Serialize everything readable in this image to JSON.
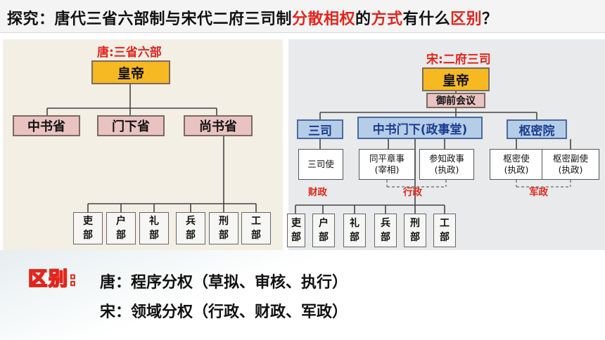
{
  "title": {
    "part1": "探究：唐代三省六部制与宋代二府三司制",
    "red1": "分散相权",
    "part2": "的",
    "red2": "方式",
    "part3": "有什么",
    "red3": "区别",
    "part4": "？"
  },
  "tang": {
    "title": "唐:三省六部",
    "emperor": "皇帝",
    "sheng": [
      "中书省",
      "门下省",
      "尚书省"
    ],
    "bu": [
      [
        "吏",
        "部"
      ],
      [
        "户",
        "部"
      ],
      [
        "礼",
        "部"
      ],
      [
        "兵",
        "部"
      ],
      [
        "刑",
        "部"
      ],
      [
        "工",
        "部"
      ]
    ]
  },
  "song": {
    "title": "宋:二府三司",
    "emperor": "皇帝",
    "council": "御前会议",
    "sansi": "三司",
    "zhongshu": "中书门下(政事堂)",
    "shumi": "枢密院",
    "officials": [
      [
        "三司使",
        ""
      ],
      [
        "同平章事",
        "(宰相)"
      ],
      [
        "参知政事",
        "(执政)"
      ],
      [
        "枢密使",
        "(执政)"
      ],
      [
        "枢密副使",
        "(执政)"
      ]
    ],
    "categories": [
      "财政",
      "行政",
      "军政"
    ],
    "bu": [
      [
        "吏",
        "部"
      ],
      [
        "户",
        "部"
      ],
      [
        "礼",
        "部"
      ],
      [
        "兵",
        "部"
      ],
      [
        "刑",
        "部"
      ],
      [
        "工",
        "部"
      ]
    ]
  },
  "summary": {
    "label": "区别:",
    "line1": "唐：程序分权（草拟、审核、执行）",
    "line2": "宋：领域分权（行政、财政、军政）"
  }
}
